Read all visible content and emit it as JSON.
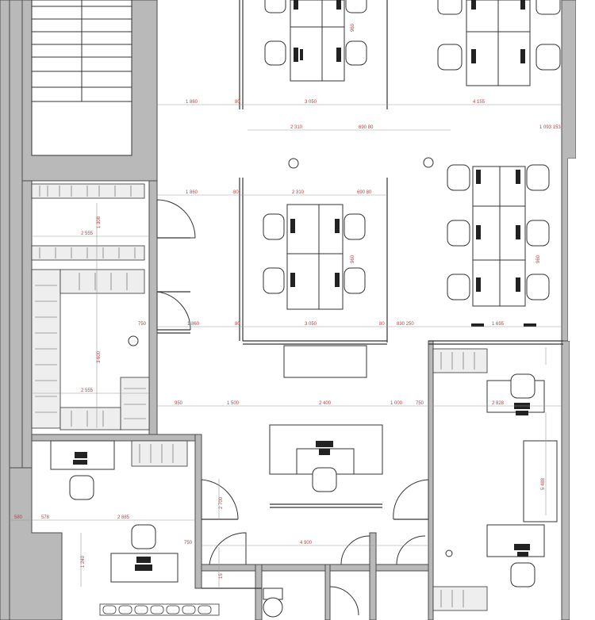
{
  "colors": {
    "wall": "#b9b9b9",
    "wall_edge": "#4a4a4a",
    "line": "#333333",
    "dimension": "#c43c3c",
    "dimension_line": "#9a9a9a",
    "background": "#ffffff"
  },
  "dimensions": {
    "top_row": [
      "1 860",
      "80",
      "3 050",
      "4 155"
    ],
    "upper_mid": [
      "2 310",
      "690 80"
    ],
    "right_top": "1 093 153",
    "mid_row": [
      "1 860",
      "80",
      "2 310",
      "690 80"
    ],
    "locker_a": "2 555",
    "locker_b": "2 555",
    "vertical_left": [
      "1 308",
      "3 600"
    ],
    "lower_row": [
      "750",
      "1 860",
      "80",
      "3 050",
      "80",
      "830 250",
      "1 695"
    ],
    "corridor_row": [
      "950",
      "1 500",
      "2 400",
      "1 000",
      "750"
    ],
    "office_left": [
      "580",
      "578",
      "2 885"
    ],
    "office_left_v": "1 240",
    "reception_v": "2 700",
    "right_office": "2 828",
    "right_office_v": "5 488",
    "bottom_row": [
      "750",
      "4 900"
    ],
    "small_v": "15",
    "desk_v": [
      "960",
      "960",
      "960"
    ]
  }
}
